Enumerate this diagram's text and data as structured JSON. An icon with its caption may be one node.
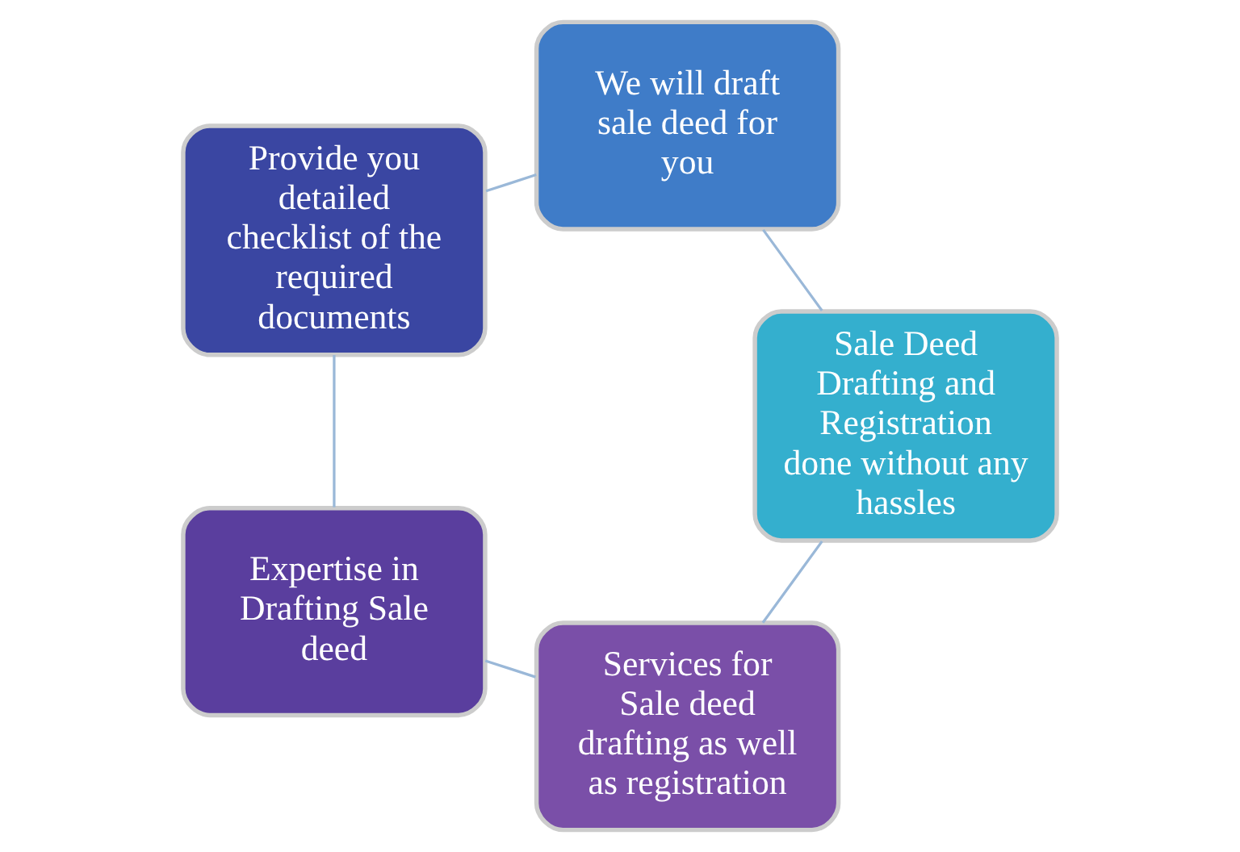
{
  "diagram": {
    "nodes": [
      {
        "text": [
          "Services for Sale deed drafting as well as registration"
        ]
      },
      {
        "text": [
          "Expertise in Drafting Sale deed"
        ]
      },
      {
        "text": [
          "Provide you detailed checklist of the required documents"
        ]
      },
      {
        "text": [
          "We will draft sale deed for you"
        ]
      },
      {
        "text": [
          "Sale Deed Drafting and Registration done without any hassles"
        ]
      }
    ],
    "edges": [
      {
        "from": 0,
        "to": 1,
        "arrow": "none"
      },
      {
        "from": 1,
        "to": 2,
        "arrow": "none"
      },
      {
        "from": 2,
        "to": 3,
        "arrow": "none"
      },
      {
        "from": 3,
        "to": 4,
        "arrow": "none"
      },
      {
        "from": 4,
        "to": 0,
        "arrow": "none"
      }
    ]
  }
}
